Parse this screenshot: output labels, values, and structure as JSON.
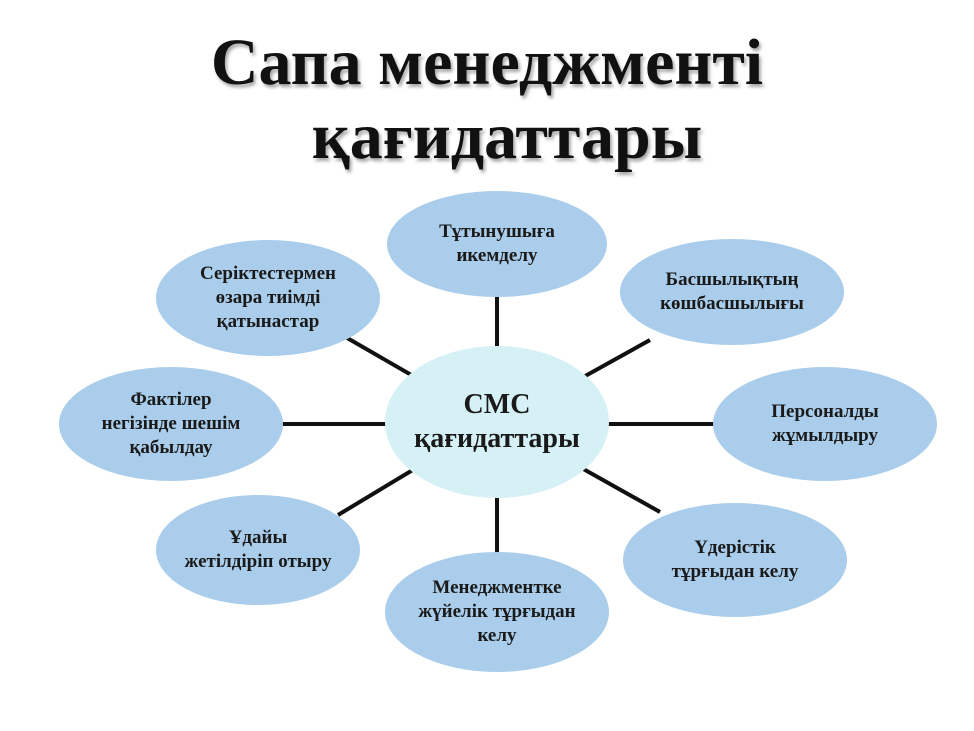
{
  "title": {
    "line1": "Сапа менеджменті",
    "line2": "қағидаттары"
  },
  "colors": {
    "outer_fill": "#a9cdeb",
    "center_fill": "#d6f1f6",
    "connector": "#111111",
    "text": "#1a1a1a"
  },
  "center": {
    "label": "СМС\nқағидаттары"
  },
  "nodes": [
    {
      "id": "customer-focus",
      "label": "Тұтынушыға\nикемделу"
    },
    {
      "id": "leadership",
      "label": "Басшылықтың\nкөшбасшылығы"
    },
    {
      "id": "personnel-involvement",
      "label": "Персоналды\nжұмылдыру"
    },
    {
      "id": "process-approach",
      "label": "Үдерістік\nтұрғыдан келу"
    },
    {
      "id": "system-approach",
      "label": "Менеджментке\nжүйелік тұрғыдан\nкелу"
    },
    {
      "id": "continual-improvement",
      "label": "Ұдайы\nжетілдіріп отыру"
    },
    {
      "id": "evidence-decisions",
      "label": "Фактілер\nнегізінде шешім\nқабылдау"
    },
    {
      "id": "supplier-relations",
      "label": "Серіктестермен\nөзара тиімді\nқатынастар"
    }
  ]
}
